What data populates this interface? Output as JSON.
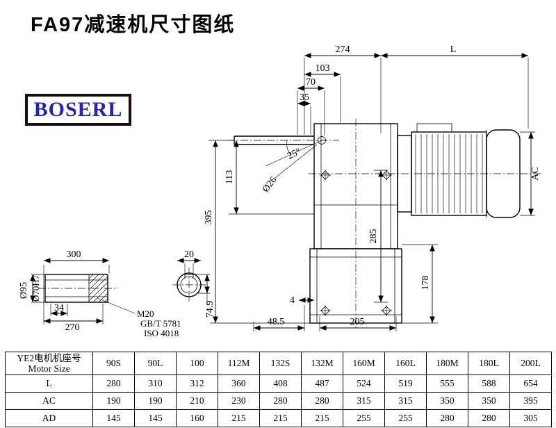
{
  "page": {
    "title": "FA97减速机尺寸图纸",
    "logo_text": "BOSERL"
  },
  "main_view": {
    "dim_274": "274",
    "dim_L": "L",
    "dim_103": "103",
    "dim_70": "70",
    "dim_35": "35",
    "dim_angle": "25°",
    "dim_hole": "Ø26",
    "dim_113": "113",
    "dim_395": "395",
    "dim_285": "285",
    "dim_AC": "AC",
    "dim_178": "178",
    "dim_4": "4",
    "dim_48_5": "48.5",
    "dim_205": "205"
  },
  "shaft_view": {
    "dim_300": "300",
    "dim_270": "270",
    "dim_34": "34",
    "dim_d95": "Ø95",
    "dim_d70": "Ø70H7",
    "thread": "M20",
    "std_gb": "GB/T 5781",
    "std_iso": "ISO 4018",
    "dim_20": "20",
    "dim_74_9": "74.9"
  },
  "table": {
    "header_cn": "YE2电机机座号",
    "header_en": "Motor Size",
    "sizes": [
      "90S",
      "90L",
      "100",
      "112M",
      "132S",
      "132M",
      "160M",
      "160L",
      "180M",
      "180L",
      "200L"
    ],
    "rows": [
      {
        "label": "L",
        "values": [
          "280",
          "310",
          "312",
          "360",
          "408",
          "487",
          "524",
          "519",
          "555",
          "588",
          "654"
        ]
      },
      {
        "label": "AC",
        "values": [
          "190",
          "190",
          "210",
          "230",
          "280",
          "280",
          "315",
          "315",
          "350",
          "350",
          "395"
        ]
      },
      {
        "label": "AD",
        "values": [
          "145",
          "145",
          "160",
          "215",
          "215",
          "215",
          "255",
          "255",
          "280",
          "280",
          "305"
        ]
      }
    ]
  }
}
